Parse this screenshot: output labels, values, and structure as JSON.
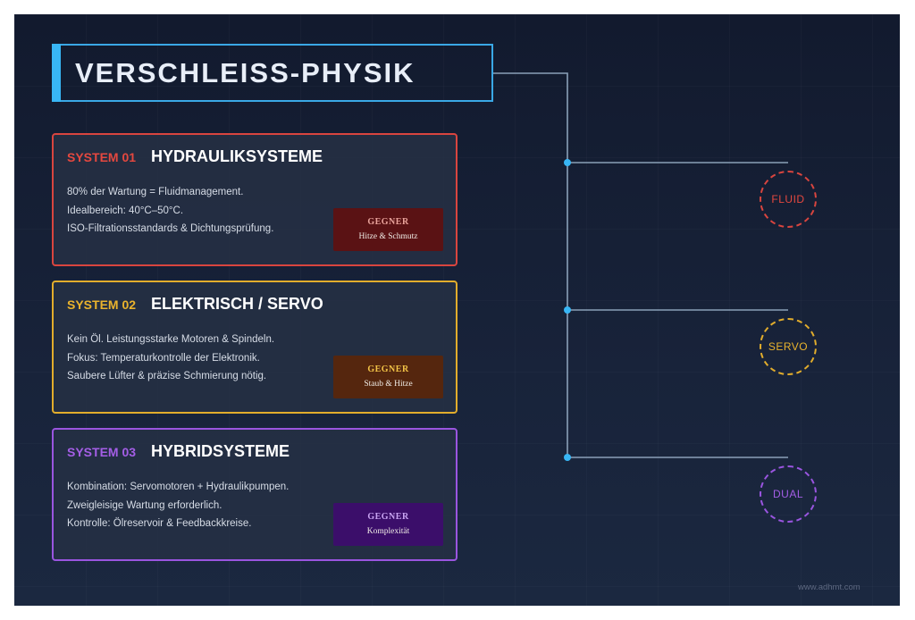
{
  "title": "VERSCHLEISS-PHYSIK",
  "cards": [
    {
      "system": "SYSTEM 01",
      "name": "HYDRAULIKSYSTEME",
      "lines": [
        "80% der Wartung = Fluidmanagement.",
        "Idealbereich: 40°C–50°C.",
        "ISO-Filtrationsstandards & Dichtungsprüfung."
      ],
      "enemy_label": "GEGNER",
      "enemy": "Hitze & Schmutz",
      "color": "#d9453f"
    },
    {
      "system": "SYSTEM 02",
      "name": "ELEKTRISCH / SERVO",
      "lines": [
        "Kein Öl. Leistungsstarke Motoren & Spindeln.",
        "Fokus: Temperaturkontrolle der Elektronik.",
        "Saubere Lüfter & präzise Schmierung nötig."
      ],
      "enemy_label": "GEGNER",
      "enemy": "Staub & Hitze",
      "color": "#e2ad2c"
    },
    {
      "system": "SYSTEM 03",
      "name": "HYBRIDSYSTEME",
      "lines": [
        "Kombination: Servomotoren + Hydraulikpumpen.",
        "Zweigleisige Wartung erforderlich.",
        "Kontrolle: Ölreservoir & Feedbackkreise."
      ],
      "enemy_label": "GEGNER",
      "enemy": "Komplexität",
      "color": "#9a55e0"
    }
  ],
  "nodes": {
    "fluid": "FLUID",
    "servo": "SERVO",
    "dual": "DUAL"
  },
  "watermark": "www.adhmt.com",
  "colors": {
    "accent": "#38b6f5",
    "connector": "#8aa0b8"
  }
}
